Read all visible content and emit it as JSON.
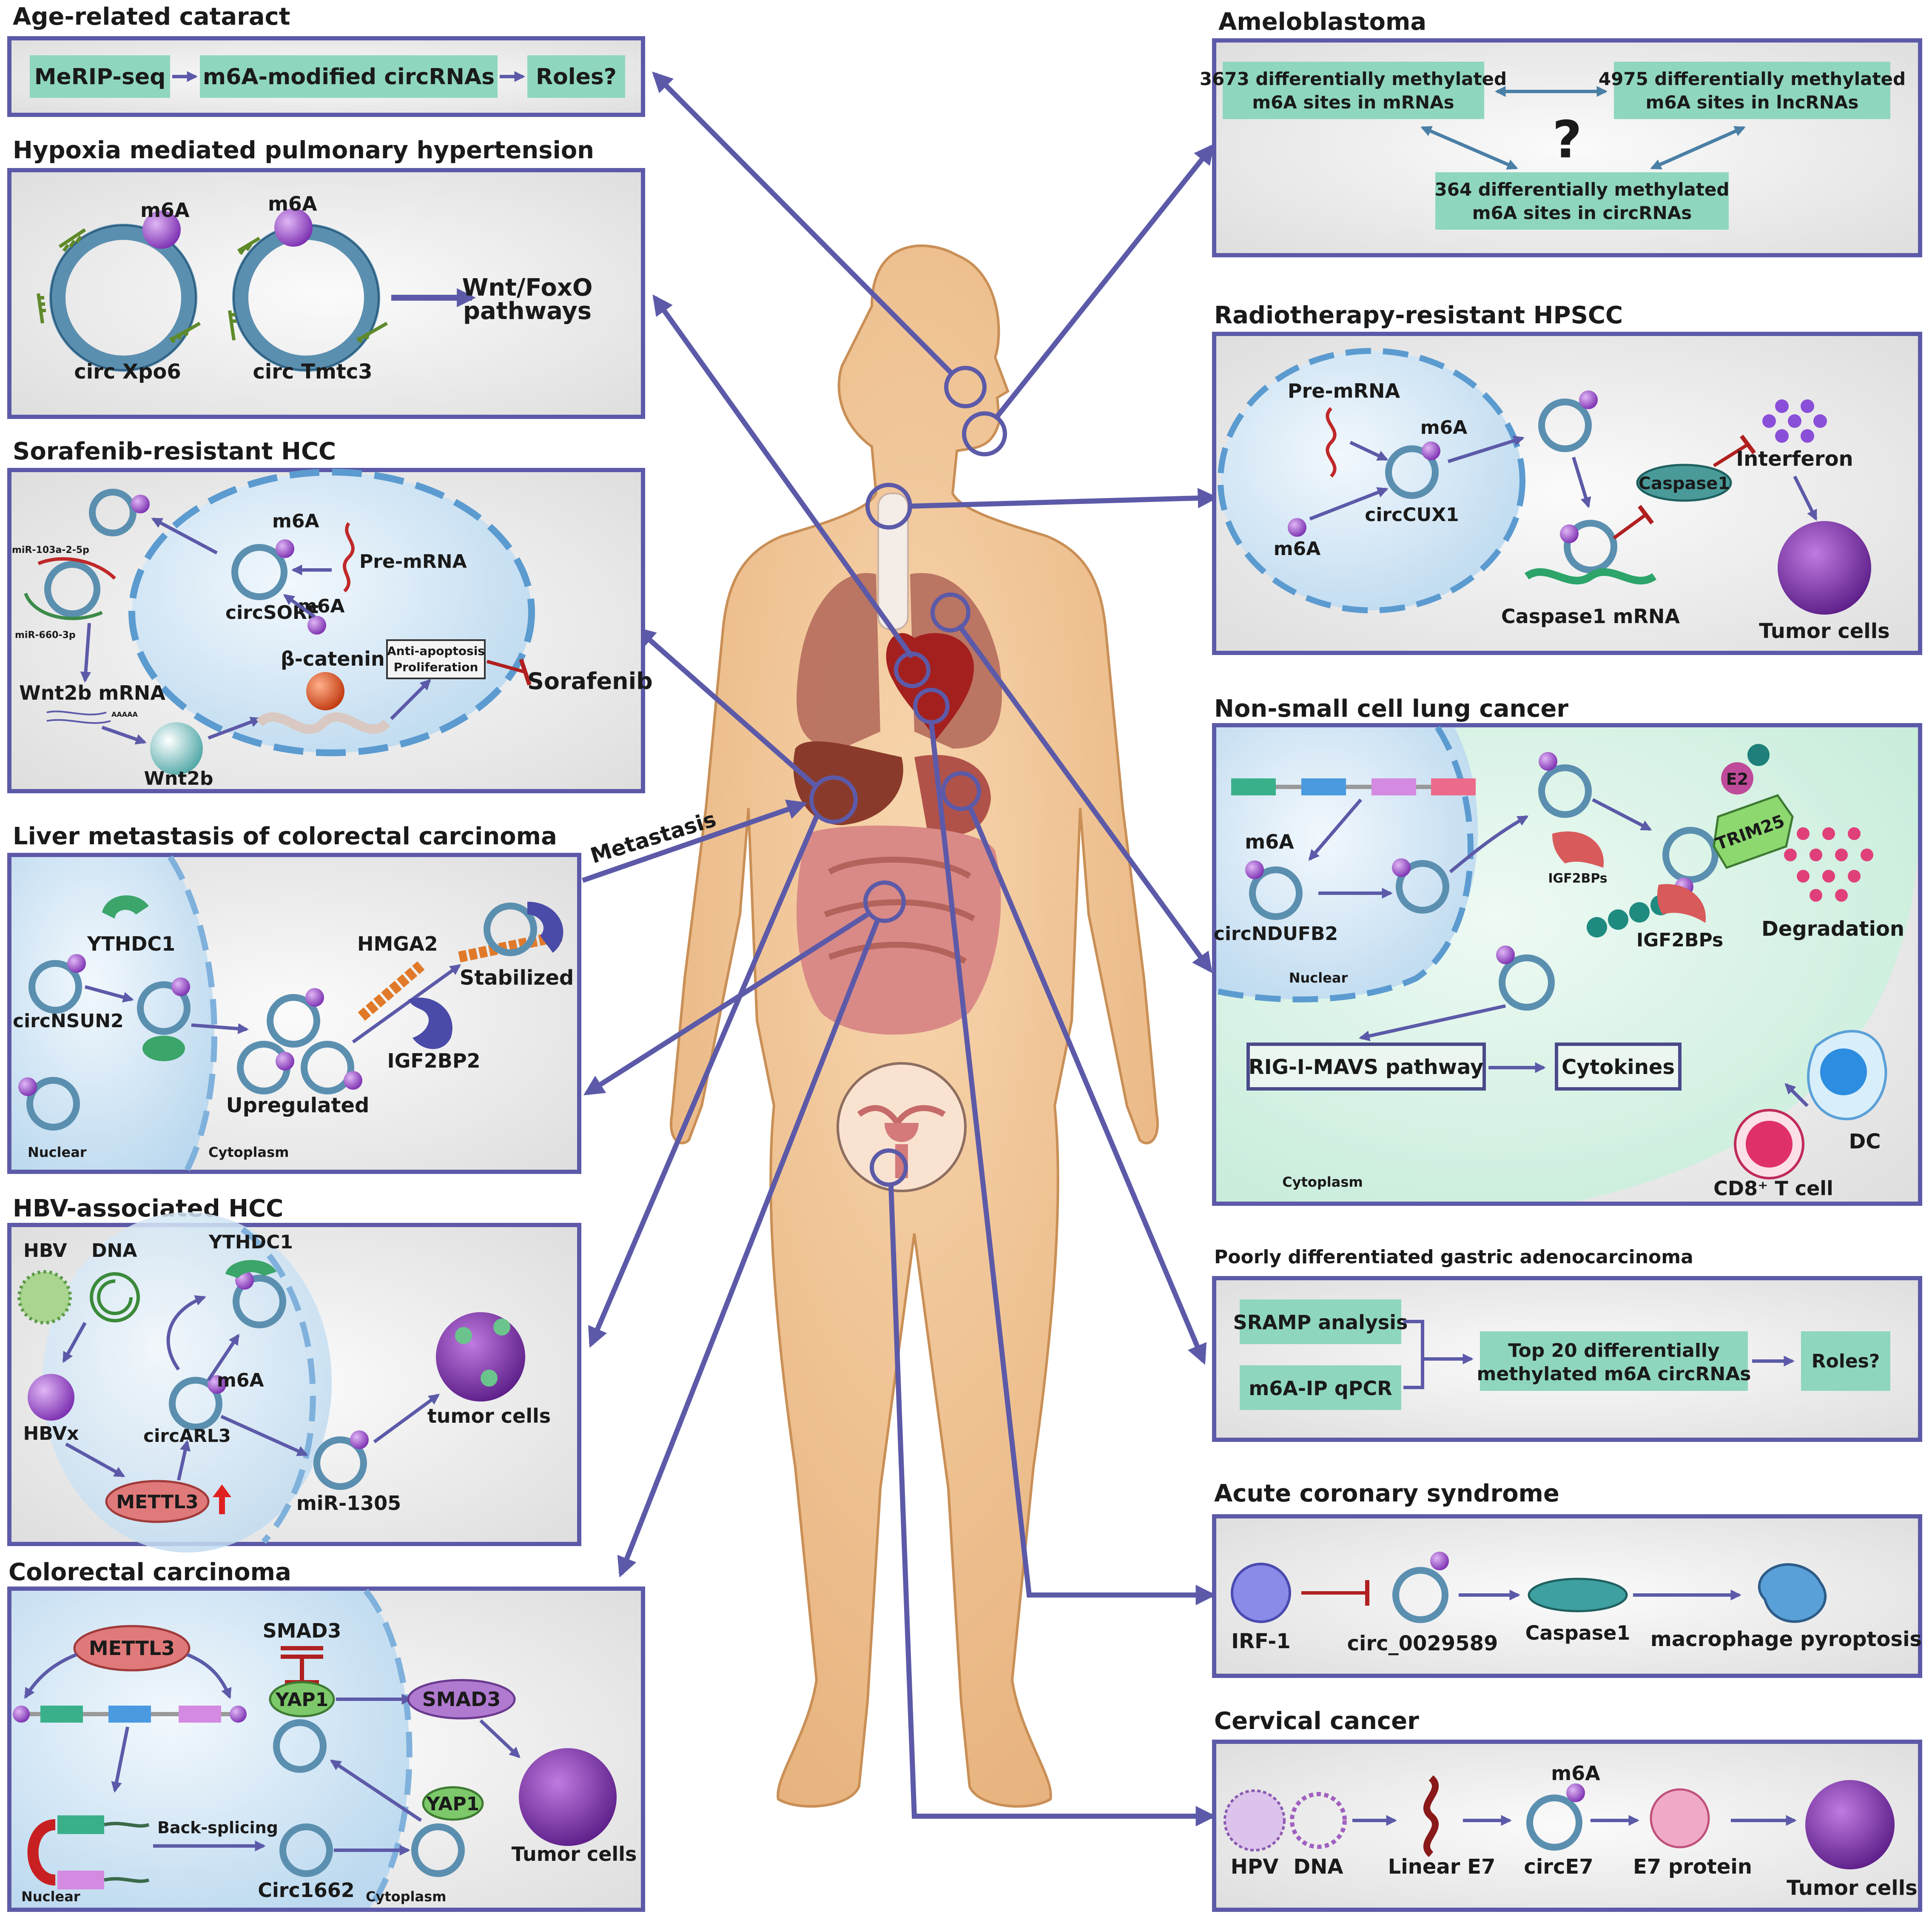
{
  "colors": {
    "panel_border": "#5c5aa8",
    "panel_fill": "#ededed",
    "teal_box": "#8fd6bf",
    "arrow": "#5c5aa8",
    "circ_ring": "#5b8fb0",
    "m6a_dot": "#9b4fc8",
    "inhibit": "#b02020",
    "tumor": "#8a3fae",
    "body_skin": "#f2c28e"
  },
  "center": {
    "metastasis": "Metastasis"
  },
  "panels": {
    "cataract": {
      "title": "Age-related cataract",
      "box1": "MeRIP-seq",
      "box2": "m6A-modified circRNAs",
      "box3": "Roles?"
    },
    "hypoxia": {
      "title": "Hypoxia mediated pulmonary hypertension",
      "m6a_a": "m6A",
      "m6a_b": "m6A",
      "circ1": "circ Xpo6",
      "circ2": "circ Tmtc3",
      "out1": "Wnt/FoxO",
      "out2": "pathways"
    },
    "sorafenib": {
      "title": "Sorafenib-resistant HCC",
      "m6a_a": "m6A",
      "m6a_b": "m6A",
      "premrna": "Pre-mRNA",
      "circ": "circSORE",
      "mir1": "miR-103a-2-5p",
      "mir2": "miR-660-3p",
      "wnt2b_mrna": "Wnt2b mRNA",
      "polya": "AAAAA",
      "wnt2b": "Wnt2b",
      "bcat": "β-catenin",
      "anti1": "Anti-apoptosis",
      "anti2": "Proliferation",
      "drug": "Sorafenib"
    },
    "liver": {
      "title": "Liver metastasis of colorectal carcinoma",
      "ythdc1": "YTHDC1",
      "circ": "circNSUN2",
      "hmga2": "HMGA2",
      "stabilized": "Stabilized",
      "upregulated": "Upregulated",
      "igf2bp2": "IGF2BP2",
      "nuclear": "Nuclear",
      "cytoplasm": "Cytoplasm"
    },
    "hbv": {
      "title": "HBV-associated HCC",
      "hbv": "HBV",
      "dna": "DNA",
      "ythdc1": "YTHDC1",
      "m6a": "m6A",
      "hbvx": "HBVx",
      "circ": "circARL3",
      "mettl3": "METTL3",
      "mir": "miR-1305",
      "tumor": "tumor cells"
    },
    "crc": {
      "title": "Colorectal carcinoma",
      "mettl3": "METTL3",
      "smad3a": "SMAD3",
      "yap1a": "YAP1",
      "smad3b": "SMAD3",
      "yap1b": "YAP1",
      "backsplicing": "Back-splicing",
      "circ": "Circ1662",
      "tumor": "Tumor cells",
      "nuclear": "Nuclear",
      "cytoplasm": "Cytoplasm"
    },
    "amelo": {
      "title": "Ameloblastoma",
      "box1a": "3673 differentially methylated",
      "box1b": "m6A sites in mRNAs",
      "box2a": "4975 differentially methylated",
      "box2b": "m6A sites in lncRNAs",
      "box3a": "364 differentially methylated",
      "box3b": "m6A sites in circRNAs",
      "q": "?"
    },
    "hpscc": {
      "title": "Radiotherapy-resistant HPSCC",
      "premrna": "Pre-mRNA",
      "m6a_a": "m6A",
      "m6a_b": "m6A",
      "circ": "circCUX1",
      "caspase": "Caspase1",
      "interferon": "Interferon",
      "mrna": "Caspase1 mRNA",
      "tumor": "Tumor cells"
    },
    "nsclc": {
      "title": "Non-small cell lung cancer",
      "m6a": "m6A",
      "circ": "circNDUFB2",
      "nuclear": "Nuclear",
      "igf_small": "IGF2BPs",
      "e2": "E2",
      "trim25": "TRIM25",
      "igf_big": "IGF2BPs",
      "degradation": "Degradation",
      "rig": "RIG-I-MAVS pathway",
      "cytokines": "Cytokines",
      "dc": "DC",
      "cd8": "CD8⁺ T cell",
      "cytoplasm": "Cytoplasm"
    },
    "gastric": {
      "title": "Poorly differentiated gastric adenocarcinoma",
      "box1": "SRAMP analysis",
      "box2": "m6A-IP qPCR",
      "box3a": "Top 20 differentially",
      "box3b": "methylated m6A  circRNAs",
      "box4": "Roles?"
    },
    "acs": {
      "title": "Acute coronary syndrome",
      "irf": "IRF-1",
      "circ": "circ_0029589",
      "caspase": "Caspase1",
      "pyroptosis": "macrophage pyroptosis"
    },
    "cervical": {
      "title": "Cervical cancer",
      "hpv": "HPV",
      "dna": "DNA",
      "linear": "Linear E7",
      "m6a": "m6A",
      "circ": "circE7",
      "protein": "E7 protein",
      "tumor": "Tumor cells"
    }
  }
}
